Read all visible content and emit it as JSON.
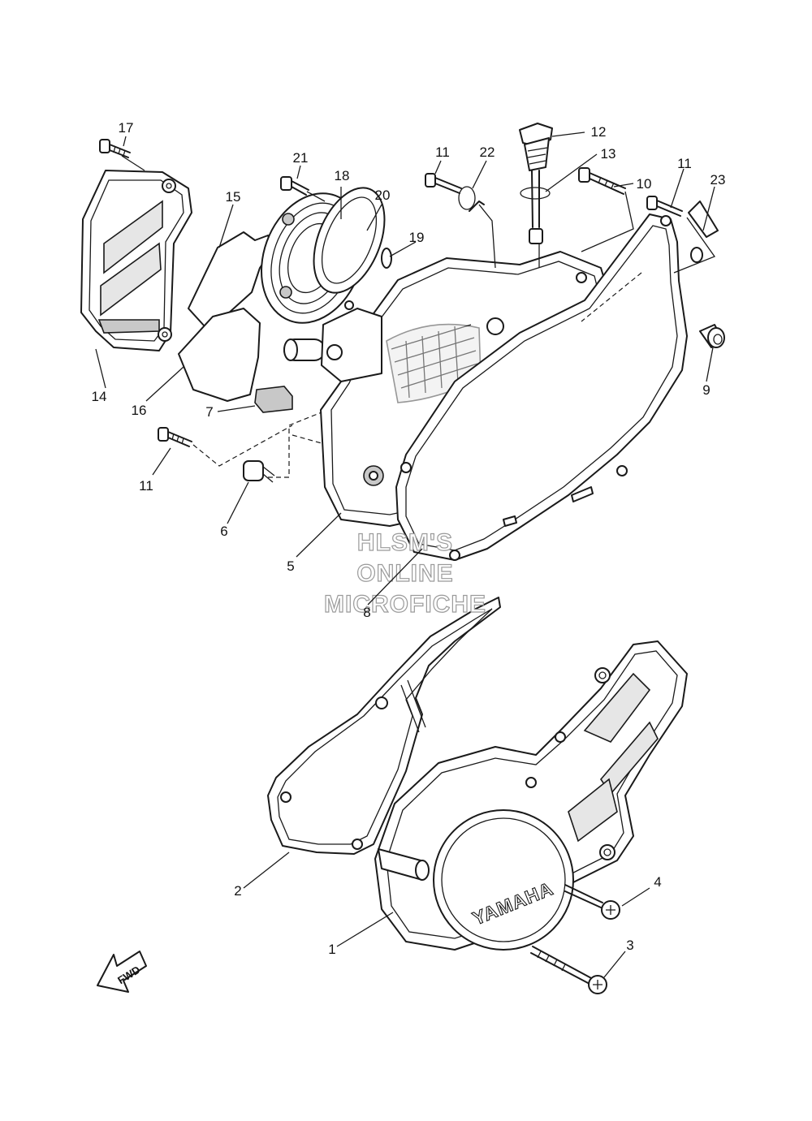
{
  "diagram": {
    "brand_text": "YAMAHA",
    "fwd_label": "FWD",
    "watermark": [
      "HLSM'S",
      "ONLINE",
      "MICROFICHE"
    ],
    "callouts": [
      {
        "id": "c1",
        "label": "1"
      },
      {
        "id": "c2",
        "label": "2"
      },
      {
        "id": "c3",
        "label": "3"
      },
      {
        "id": "c4",
        "label": "4"
      },
      {
        "id": "c5",
        "label": "5"
      },
      {
        "id": "c6",
        "label": "6"
      },
      {
        "id": "c7",
        "label": "7"
      },
      {
        "id": "c8",
        "label": "8"
      },
      {
        "id": "c9",
        "label": "9"
      },
      {
        "id": "c10",
        "label": "10"
      },
      {
        "id": "c11a",
        "label": "11"
      },
      {
        "id": "c11b",
        "label": "11"
      },
      {
        "id": "c11c",
        "label": "11"
      },
      {
        "id": "c12",
        "label": "12"
      },
      {
        "id": "c13",
        "label": "13"
      },
      {
        "id": "c14",
        "label": "14"
      },
      {
        "id": "c15",
        "label": "15"
      },
      {
        "id": "c16",
        "label": "16"
      },
      {
        "id": "c17",
        "label": "17"
      },
      {
        "id": "c18",
        "label": "18"
      },
      {
        "id": "c19",
        "label": "19"
      },
      {
        "id": "c20",
        "label": "20"
      },
      {
        "id": "c21",
        "label": "21"
      },
      {
        "id": "c22",
        "label": "22"
      },
      {
        "id": "c23",
        "label": "23"
      }
    ]
  }
}
